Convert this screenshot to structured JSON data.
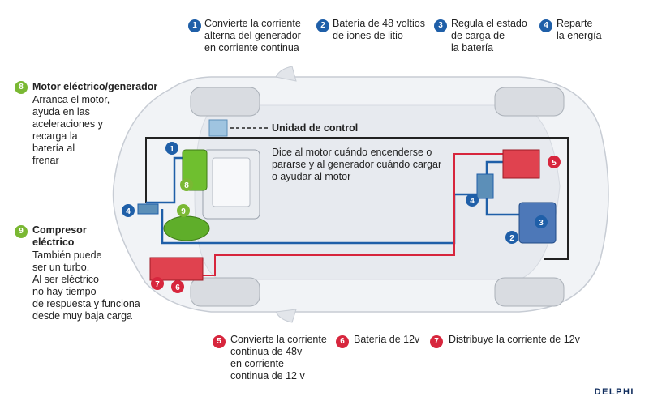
{
  "callouts_top": [
    {
      "num": "1",
      "text": "Convierte la corriente\n alterna  del generador\nen corriente continua"
    },
    {
      "num": "2",
      "text": "Batería de 48 voltios\nde iones de litio"
    },
    {
      "num": "3",
      "text": "Regula el estado\nde carga de\nla batería"
    },
    {
      "num": "4",
      "text": "Reparte\nla energía"
    }
  ],
  "callouts_bottom": [
    {
      "num": "5",
      "text": "Convierte la corriente\ncontinua de 48v\nen corriente\ncontinua de 12 v"
    },
    {
      "num": "6",
      "text": "Batería de 12v"
    },
    {
      "num": "7",
      "text": "Distribuye la corriente de 12v"
    }
  ],
  "motor": {
    "num": "8",
    "title": "Motor eléctrico/generador",
    "text": "Arranca el motor,\nayuda en las\naceleraciones y\nrecarga la\nbatería al\nfrenar"
  },
  "compresor": {
    "num": "9",
    "title": "Compresor\neléctrico",
    "text": "También puede\nser un turbo.\nAl ser eléctrico\nno hay tiempo\nde respuesta y funciona\ndesde muy baja carga"
  },
  "control_unit": "Unidad de control",
  "control_desc": "Dice al motor cuándo encenderse o\npararse y al generador cuándo cargar\no ayudar al motor",
  "brand": "DELPHI",
  "colors": {
    "blue": "#1f5fa8",
    "red": "#d7263d",
    "green": "#7ab833",
    "wire": "#222222"
  }
}
